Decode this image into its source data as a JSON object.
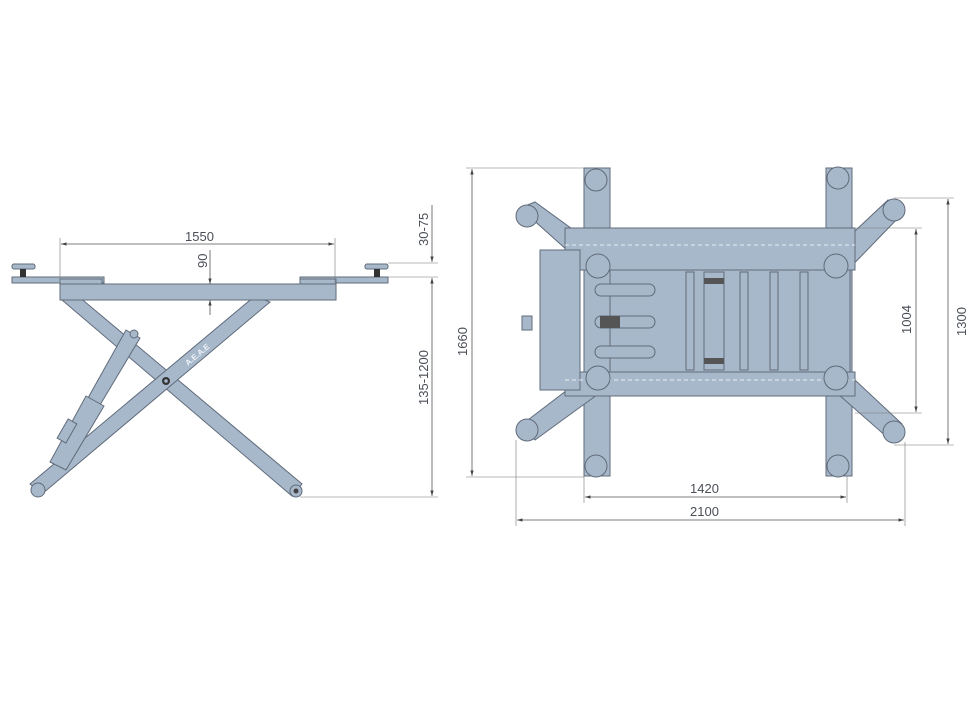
{
  "side_view": {
    "dims": {
      "platform_length": "1550",
      "platform_thickness": "90",
      "pad_height": "30-75",
      "lift_height": "135-1200"
    },
    "logo": "A.E.A.E"
  },
  "top_view": {
    "dims": {
      "overall_length": "1660",
      "inner_width": "1004",
      "outer_width": "1300",
      "arm_span": "1420",
      "overall_width": "2100"
    }
  },
  "colors": {
    "body": "#a8b8cb",
    "outline": "#5f6b7a"
  }
}
